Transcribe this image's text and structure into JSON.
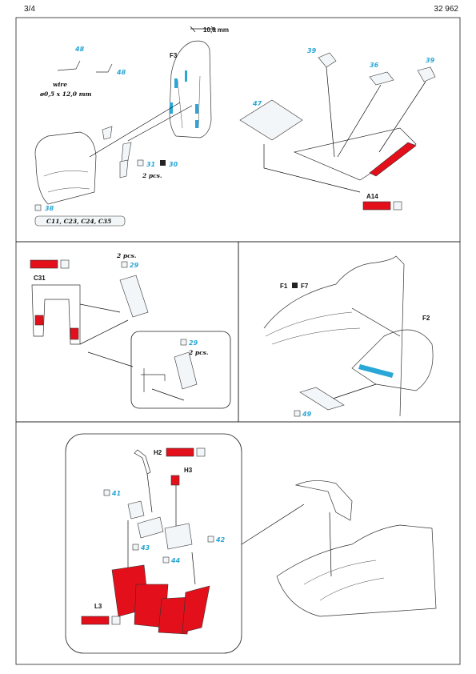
{
  "header": {
    "page": "3/4",
    "code": "32 962"
  },
  "panel_top": {
    "f3_label": "F3",
    "dimension": "10,0 mm",
    "part_48": "48",
    "wire_label": "wire",
    "wire_size": "ø0,5 x 12,0 mm",
    "part_31": "31",
    "part_30": "30",
    "two_pcs": "2 pcs.",
    "part_38": "38",
    "parts_list": "C11, C23, C24, C35",
    "part_47": "47",
    "part_39a": "39",
    "part_36": "36",
    "part_39b": "39",
    "a14_label": "A14"
  },
  "panel_mid_left": {
    "c31_label": "C31",
    "two_pcs": "2 pcs.",
    "part_29": "29",
    "inset_part_29": "29",
    "inset_two_pcs": "2 pcs."
  },
  "panel_mid_right": {
    "f1_label": "F1",
    "f7_label": "F7",
    "f2_label": "F2",
    "part_49": "49"
  },
  "panel_bottom": {
    "h2_label": "H2",
    "h3_label": "H3",
    "part_41": "41",
    "part_43": "43",
    "part_44": "44",
    "part_42": "42",
    "l3_label": "L3"
  },
  "colors": {
    "paint_red": "#e3101b",
    "etch_blue": "#2aa7d6"
  }
}
